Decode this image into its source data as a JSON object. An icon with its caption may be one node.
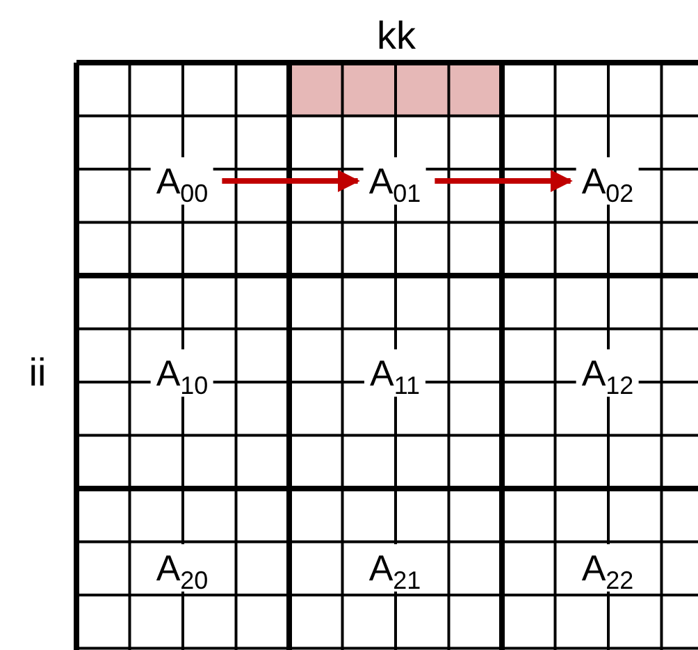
{
  "diagram": {
    "nodes": [
      {
        "text": [
          "A$_{00}$"
        ]
      },
      {
        "text": [
          "A$_{01}$"
        ]
      },
      {
        "text": [
          "A$_{02}$"
        ]
      },
      {
        "text": [
          "A$_{10}$"
        ]
      },
      {
        "text": [
          "A$_{11}$"
        ]
      },
      {
        "text": [
          "A$_{12}$"
        ]
      },
      {
        "text": [
          "A$_{20}$"
        ]
      },
      {
        "text": [
          "A$_{21}$"
        ]
      },
      {
        "text": [
          "A$_{22}$"
        ]
      }
    ],
    "edges": [
      {
        "from": 0,
        "to": 1,
        "arrow": "to",
        "color": "#c00000"
      },
      {
        "from": 1,
        "to": 2,
        "arrow": "to",
        "color": "#c00000"
      }
    ],
    "labels": [
      "kk",
      "ii"
    ]
  }
}
